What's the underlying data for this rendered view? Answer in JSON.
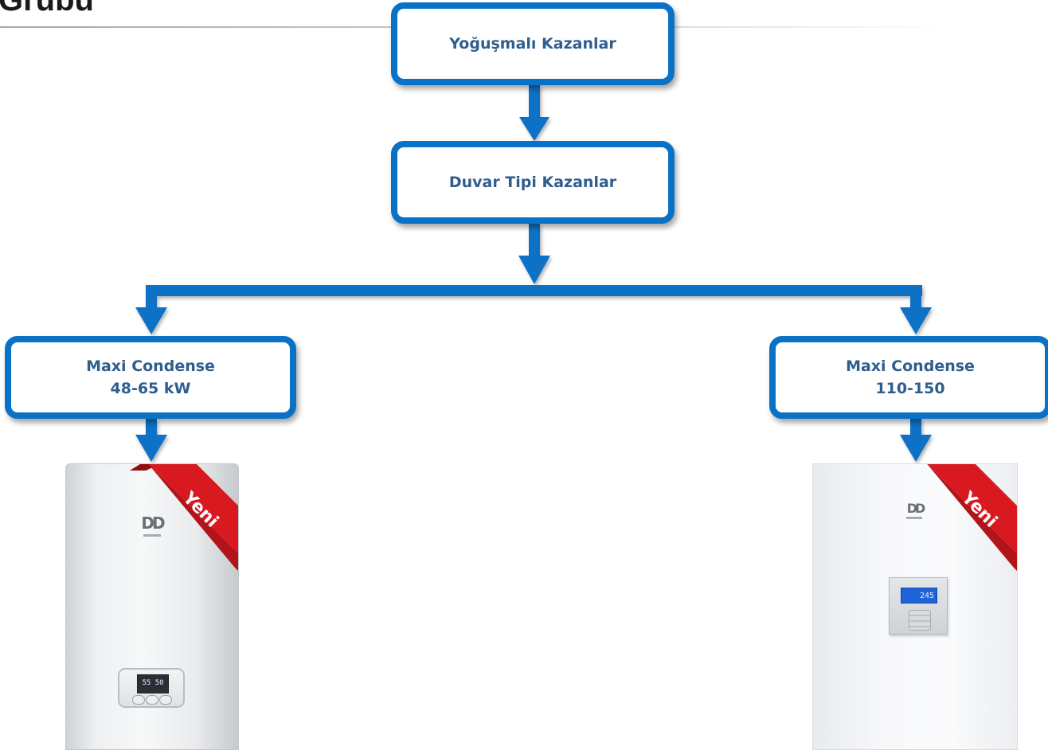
{
  "page": {
    "title": "Grubu"
  },
  "flowchart": {
    "root": {
      "label": "Yoğuşmalı Kazanlar"
    },
    "level2": {
      "label": "Duvar Tipi Kazanlar"
    },
    "leaves": [
      {
        "line1": "Maxi Condense",
        "line2": "48-65 kW"
      },
      {
        "line1": "Maxi Condense",
        "line2": "110-150"
      }
    ]
  },
  "products": [
    {
      "badge": "Yeni",
      "display_reading": "55 50"
    },
    {
      "badge": "Yeni",
      "display_reading": "245"
    }
  ],
  "colors": {
    "accent": "#0a72c6",
    "node_text": "#2e5e8e",
    "ribbon": "#d91920"
  }
}
